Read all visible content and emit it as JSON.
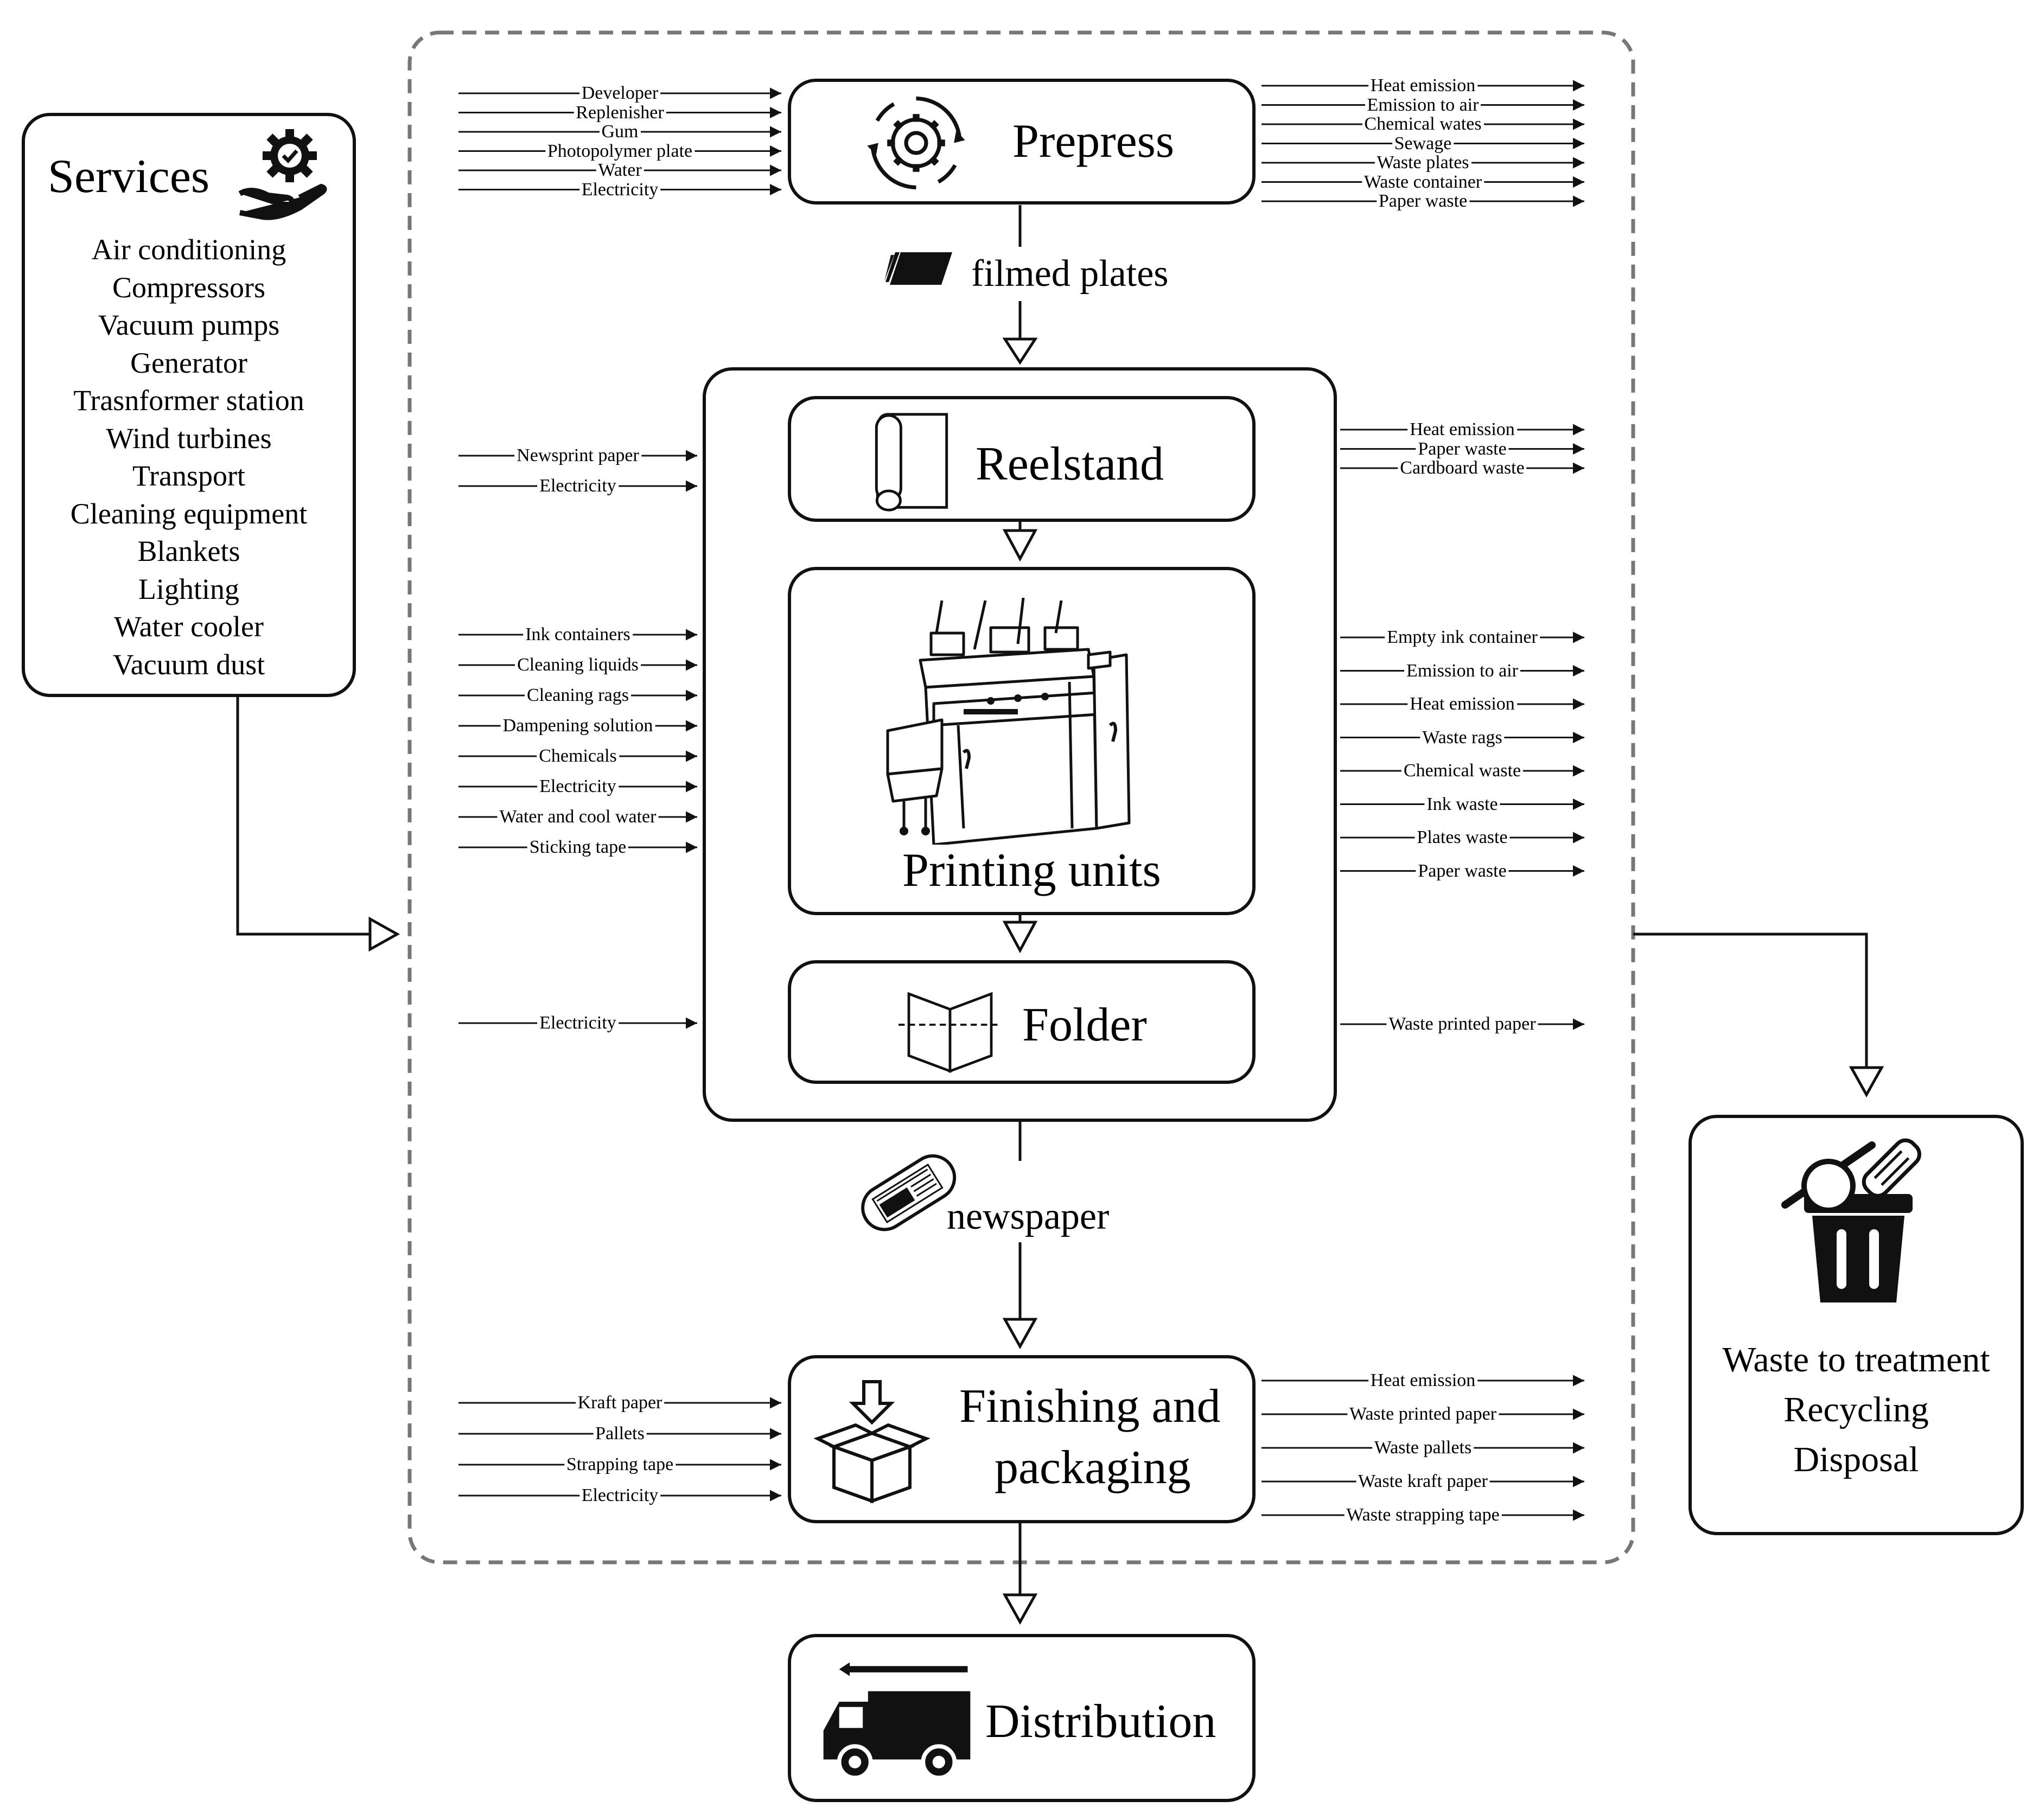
{
  "services": {
    "title": "Services",
    "items": [
      "Air conditioning",
      "Compressors",
      "Vacuum pumps",
      "Generator",
      "Trasnformer station",
      "Wind turbines",
      "Transport",
      "Cleaning equipment",
      "Blankets",
      "Lighting",
      "Water cooler",
      "Vacuum dust"
    ]
  },
  "prepress": {
    "title": "Prepress",
    "inputs": [
      "Developer",
      "Replenisher",
      "Gum",
      "Photopolymer plate",
      "Water",
      "Electricity"
    ],
    "outputs": [
      "Heat emission",
      "Emission to air",
      "Chemical wates",
      "Sewage",
      "Waste plates",
      "Waste container",
      "Paper waste"
    ]
  },
  "flow_filmed_plates": "filmed plates",
  "reelstand": {
    "title": "Reelstand",
    "inputs": [
      "Newsprint paper",
      "Electricity"
    ],
    "outputs": [
      "Heat emission",
      "Paper waste",
      "Cardboard waste"
    ]
  },
  "printing": {
    "title": "Printing units",
    "inputs": [
      "Ink containers",
      "Cleaning liquids",
      "Cleaning rags",
      "Dampening solution",
      "Chemicals",
      "Electricity",
      "Water and cool water",
      "Sticking tape"
    ],
    "outputs": [
      "Empty ink container",
      "Emission to air",
      "Heat emission",
      "Waste rags",
      "Chemical waste",
      "Ink waste",
      "Plates waste",
      "Paper waste"
    ]
  },
  "folder": {
    "title": "Folder",
    "inputs": [
      "Electricity"
    ],
    "outputs": [
      "Waste printed paper"
    ]
  },
  "flow_newspaper": "newspaper",
  "finishing": {
    "title_line1": "Finishing and",
    "title_line2": "packaging",
    "inputs": [
      "Kraft paper",
      "Pallets",
      "Strapping tape",
      "Electricity"
    ],
    "outputs": [
      "Heat emission",
      "Waste printed paper",
      "Waste pallets",
      "Waste kraft paper",
      "Waste strapping tape"
    ]
  },
  "distribution": {
    "title": "Distribution"
  },
  "waste": {
    "lines": [
      "Waste to treatment",
      "Recycling",
      "Disposal"
    ]
  }
}
